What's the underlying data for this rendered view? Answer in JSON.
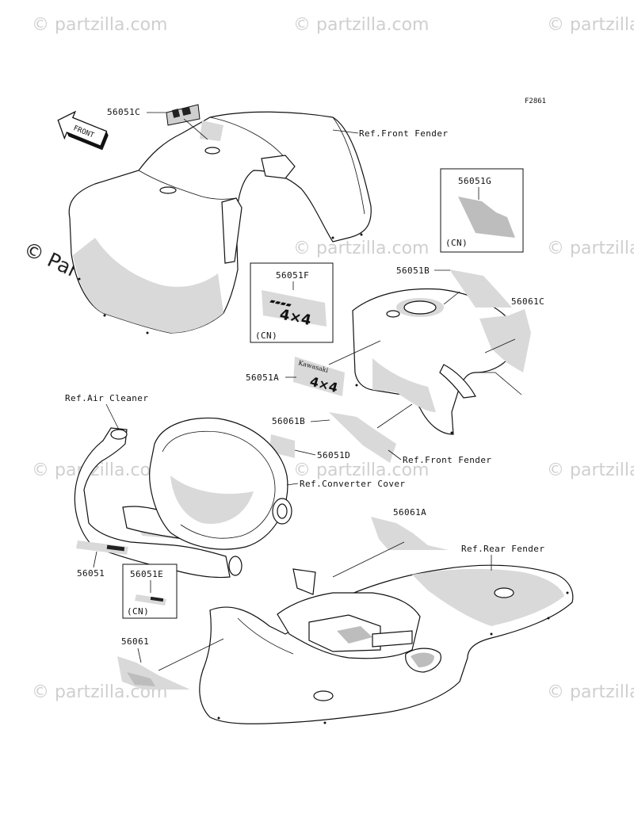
{
  "diagram": {
    "figure_code": "F2861",
    "front_arrow": "FRONT",
    "watermark": "© Partzilla.com",
    "watermark_small": "© partzilla.com",
    "labels": {
      "p56051C": "56051C",
      "ref_front_fender_top": "Ref.Front Fender",
      "p56051G": "56051G",
      "cn_g": "(CN)",
      "p56051B": "56051B",
      "p56061C": "56061C",
      "p56051F": "56051F",
      "cn_f": "(CN)",
      "p56051A": "56051A",
      "ref_air_cleaner": "Ref.Air Cleaner",
      "p56061B": "56061B",
      "p56051D": "56051D",
      "ref_front_fender_bottom": "Ref.Front Fender",
      "ref_converter_cover": "Ref.Converter Cover",
      "p56061A": "56061A",
      "ref_rear_fender": "Ref.Rear Fender",
      "p56051": "56051",
      "p56051E": "56051E",
      "cn_e": "(CN)",
      "p56061": "56061"
    }
  }
}
